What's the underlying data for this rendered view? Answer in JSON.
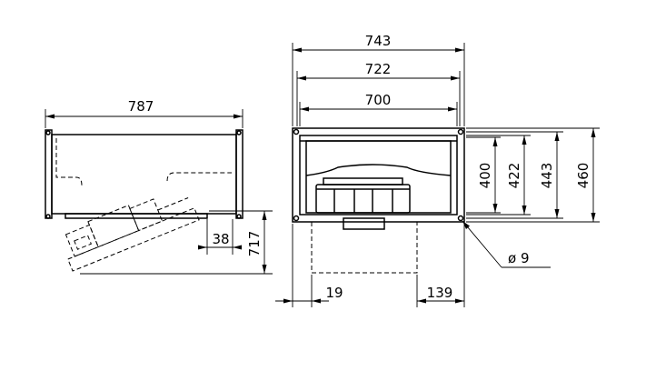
{
  "dimensions": {
    "overall_length": "787",
    "width_outer": "743",
    "width_mid": "722",
    "width_inner": "700",
    "height_400": "400",
    "height_422": "422",
    "height_443": "443",
    "height_460": "460",
    "depth_38": "38",
    "swing_717": "717",
    "offset_19": "19",
    "offset_139": "139",
    "hole_diameter": "ø 9"
  }
}
